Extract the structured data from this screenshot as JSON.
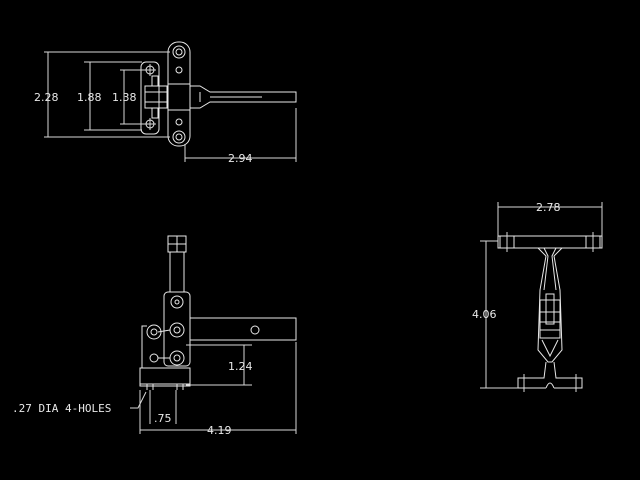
{
  "drawing": {
    "top_view": {
      "dim_height_outer": "2.28",
      "dim_height_mid": "1.88",
      "dim_height_inner": "1.38",
      "dim_length": "2.94"
    },
    "side_view": {
      "dim_pivot_height": "1.24",
      "dim_base_offset": ".75",
      "dim_overall_length": "4.19",
      "hole_callout": ".27 DIA 4-HOLES"
    },
    "end_view": {
      "dim_width": "2.78",
      "dim_height": "4.06"
    }
  }
}
